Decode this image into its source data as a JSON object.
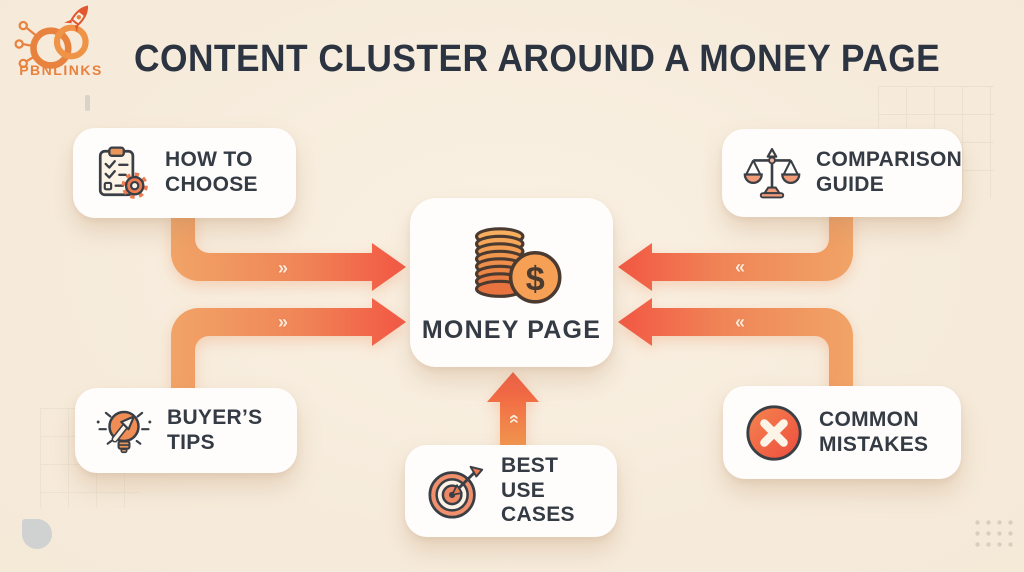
{
  "page": {
    "background": "#F6EBDB",
    "title_color": "#2C3442",
    "card_color": "#FEFDFB",
    "text_dark": "#353B44"
  },
  "logo": {
    "brand": "PBNLINKS",
    "color": "#E8823F"
  },
  "header": {
    "title": "CONTENT CLUSTER AROUND A MONEY PAGE"
  },
  "diagram": {
    "center": {
      "id": "money-page",
      "label": "MONEY PAGE",
      "icon": "money-coins-icon"
    },
    "nodes": [
      {
        "id": "how-to-choose",
        "line1": "HOW TO",
        "line2": "CHOOSE",
        "icon": "checklist-gear-icon",
        "position": "top-left"
      },
      {
        "id": "comparison-guide",
        "line1": "COMPARISON",
        "line2": "GUIDE",
        "icon": "balance-scale-icon",
        "position": "top-right"
      },
      {
        "id": "buyers-tips",
        "line1": "BUYER’S",
        "line2": "TIPS",
        "icon": "lightbulb-arrow-icon",
        "position": "bottom-left"
      },
      {
        "id": "common-mistakes",
        "line1": "COMMON",
        "line2": "MISTAKES",
        "icon": "x-circle-icon",
        "position": "bottom-right"
      },
      {
        "id": "best-use-cases",
        "line1": "BEST USE",
        "line2": "CASES",
        "icon": "target-dart-icon",
        "position": "bottom-center"
      }
    ],
    "chevrons": {
      "toward_right": "»",
      "toward_left": "«",
      "up": "»"
    },
    "arrow_colors": {
      "start": "#F1A467",
      "mid": "#F08557",
      "end": "#F25743"
    }
  }
}
